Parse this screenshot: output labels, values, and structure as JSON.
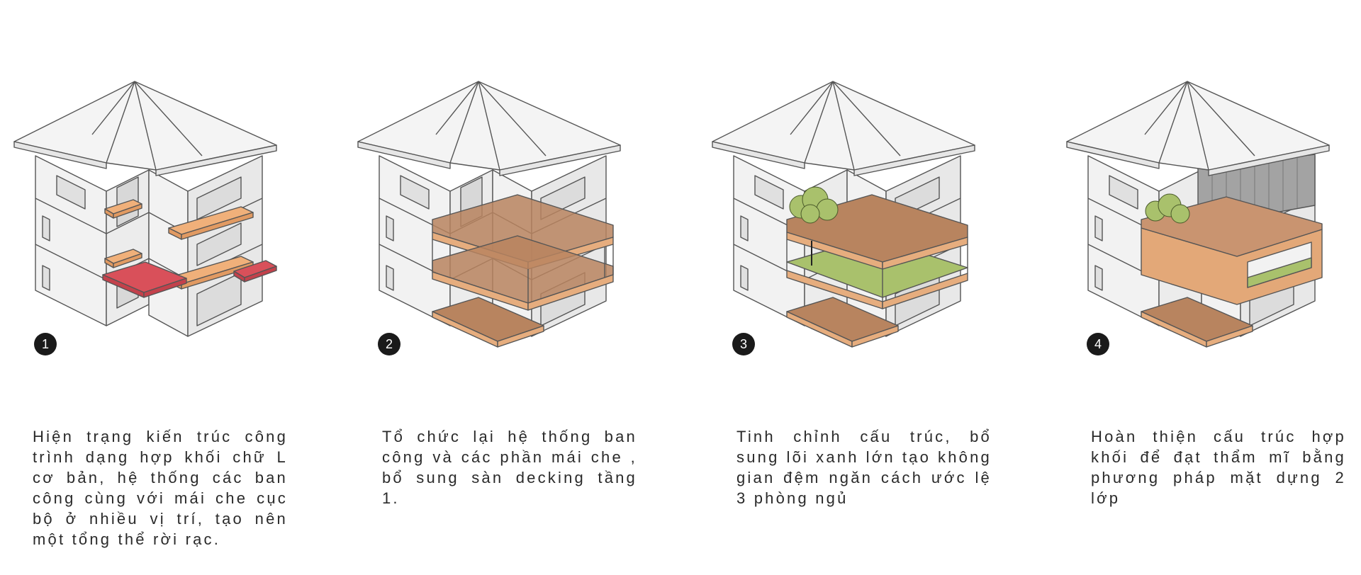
{
  "steps": [
    {
      "number": "1",
      "caption": "Hiện trạng kiến trúc công trình dạng hợp khối chữ L cơ bản, hệ thống các ban công cùng với mái che cục bộ ở nhiều vị trí, tạo nên một tổng thể rời rạc."
    },
    {
      "number": "2",
      "caption": "Tổ chức lại hệ thống ban công và các phần mái che , bổ sung sàn decking tầng 1."
    },
    {
      "number": "3",
      "caption": "Tinh chỉnh cấu trúc, bổ sung lõi xanh lớn tạo không gian đệm ngăn cách ước lệ 3 phòng ngủ"
    },
    {
      "number": "4",
      "caption": "Hoàn thiện cấu trúc hợp khối để đạt thẩm mĩ bằng phương pháp mặt dựng 2 lớp"
    }
  ],
  "colors": {
    "wall": "#f2f2f2",
    "wall_dark": "#e2e2e2",
    "roof": "#f4f4f4",
    "line": "#555555",
    "slab_top": "#b8845f",
    "slab_edge": "#e6ad7e",
    "balcony": "#f0b07a",
    "canopy_red": "#d9505a",
    "greenery": "#a9c16c",
    "cladding": "#a3a3a3",
    "badge": "#1a1a1a"
  }
}
